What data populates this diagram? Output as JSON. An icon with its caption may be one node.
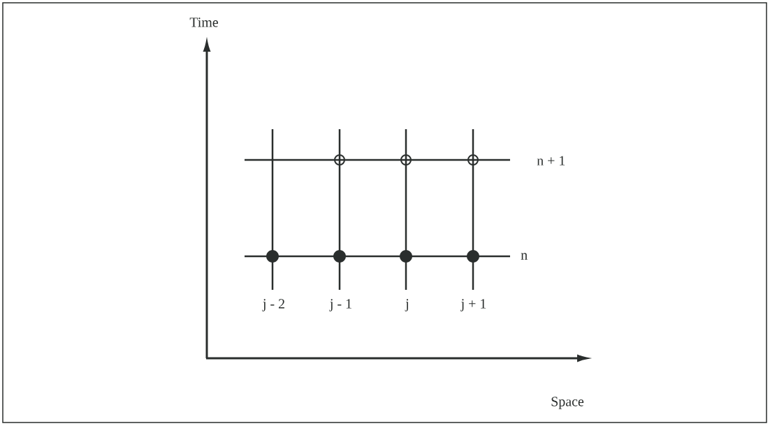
{
  "diagram": {
    "labels": [
      "Time",
      "n + 1",
      "n",
      "j - 2",
      "j - 1",
      "j",
      "j + 1",
      "Space"
    ]
  }
}
